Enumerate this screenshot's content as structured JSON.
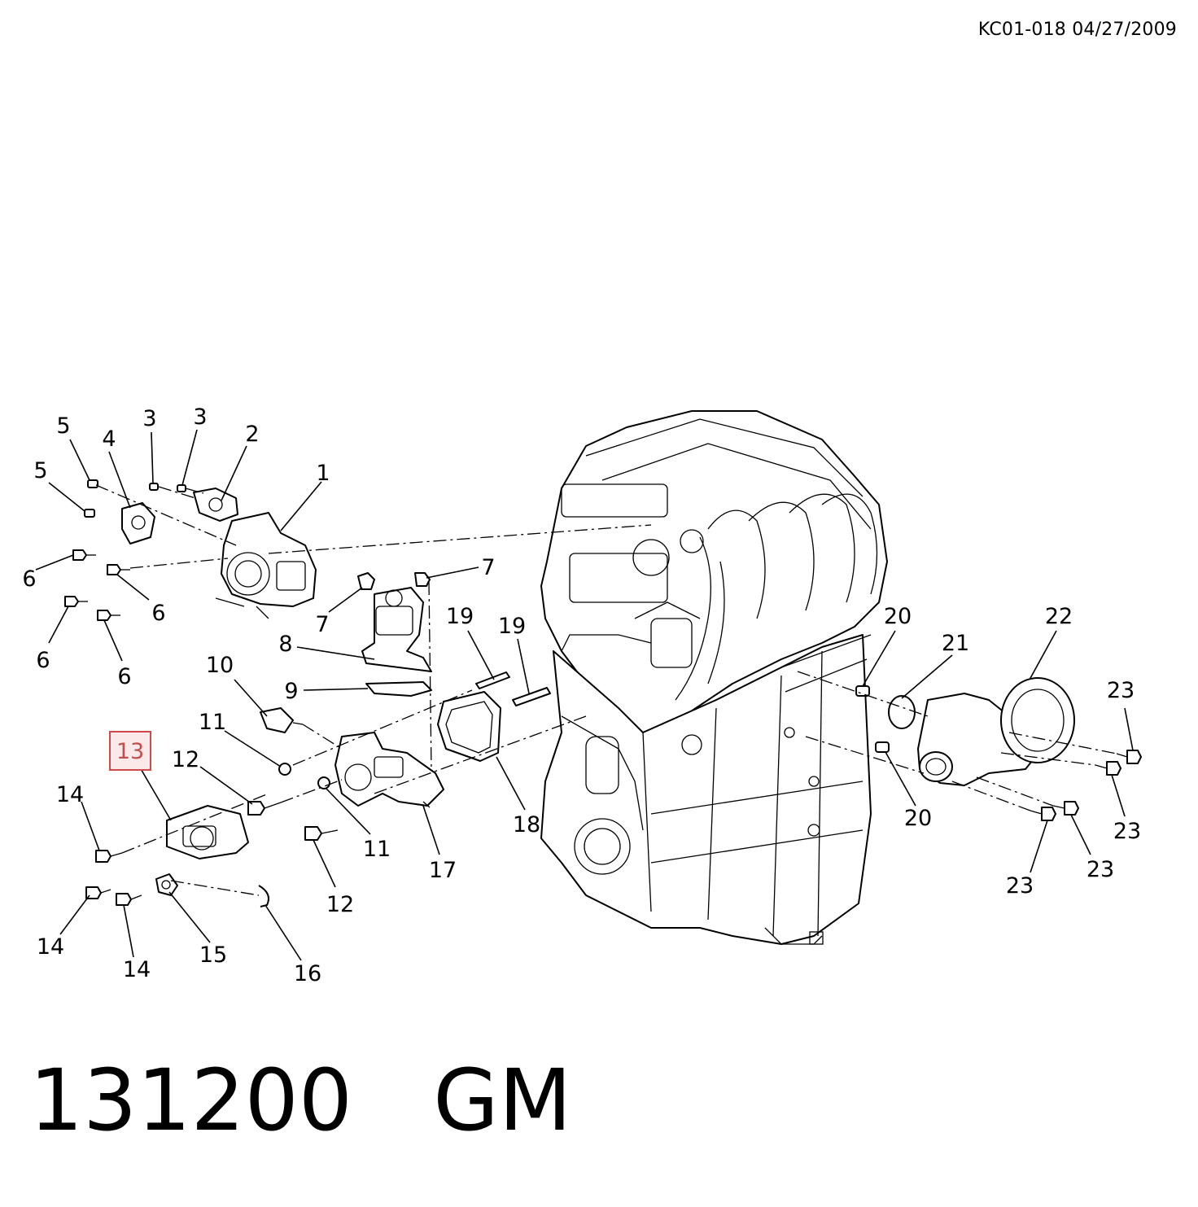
{
  "header": {
    "reference": "KC01-018 04/27/2009"
  },
  "footer": {
    "code": "131200",
    "brand": "GM"
  },
  "diagram": {
    "highlighted_callout": "13",
    "callouts": [
      "1",
      "2",
      "3",
      "3",
      "4",
      "5",
      "5",
      "6",
      "6",
      "6",
      "6",
      "7",
      "7",
      "8",
      "9",
      "10",
      "11",
      "11",
      "12",
      "12",
      "13",
      "14",
      "14",
      "14",
      "15",
      "16",
      "17",
      "18",
      "19",
      "19",
      "20",
      "20",
      "21",
      "22",
      "23",
      "23",
      "23",
      "23"
    ]
  }
}
